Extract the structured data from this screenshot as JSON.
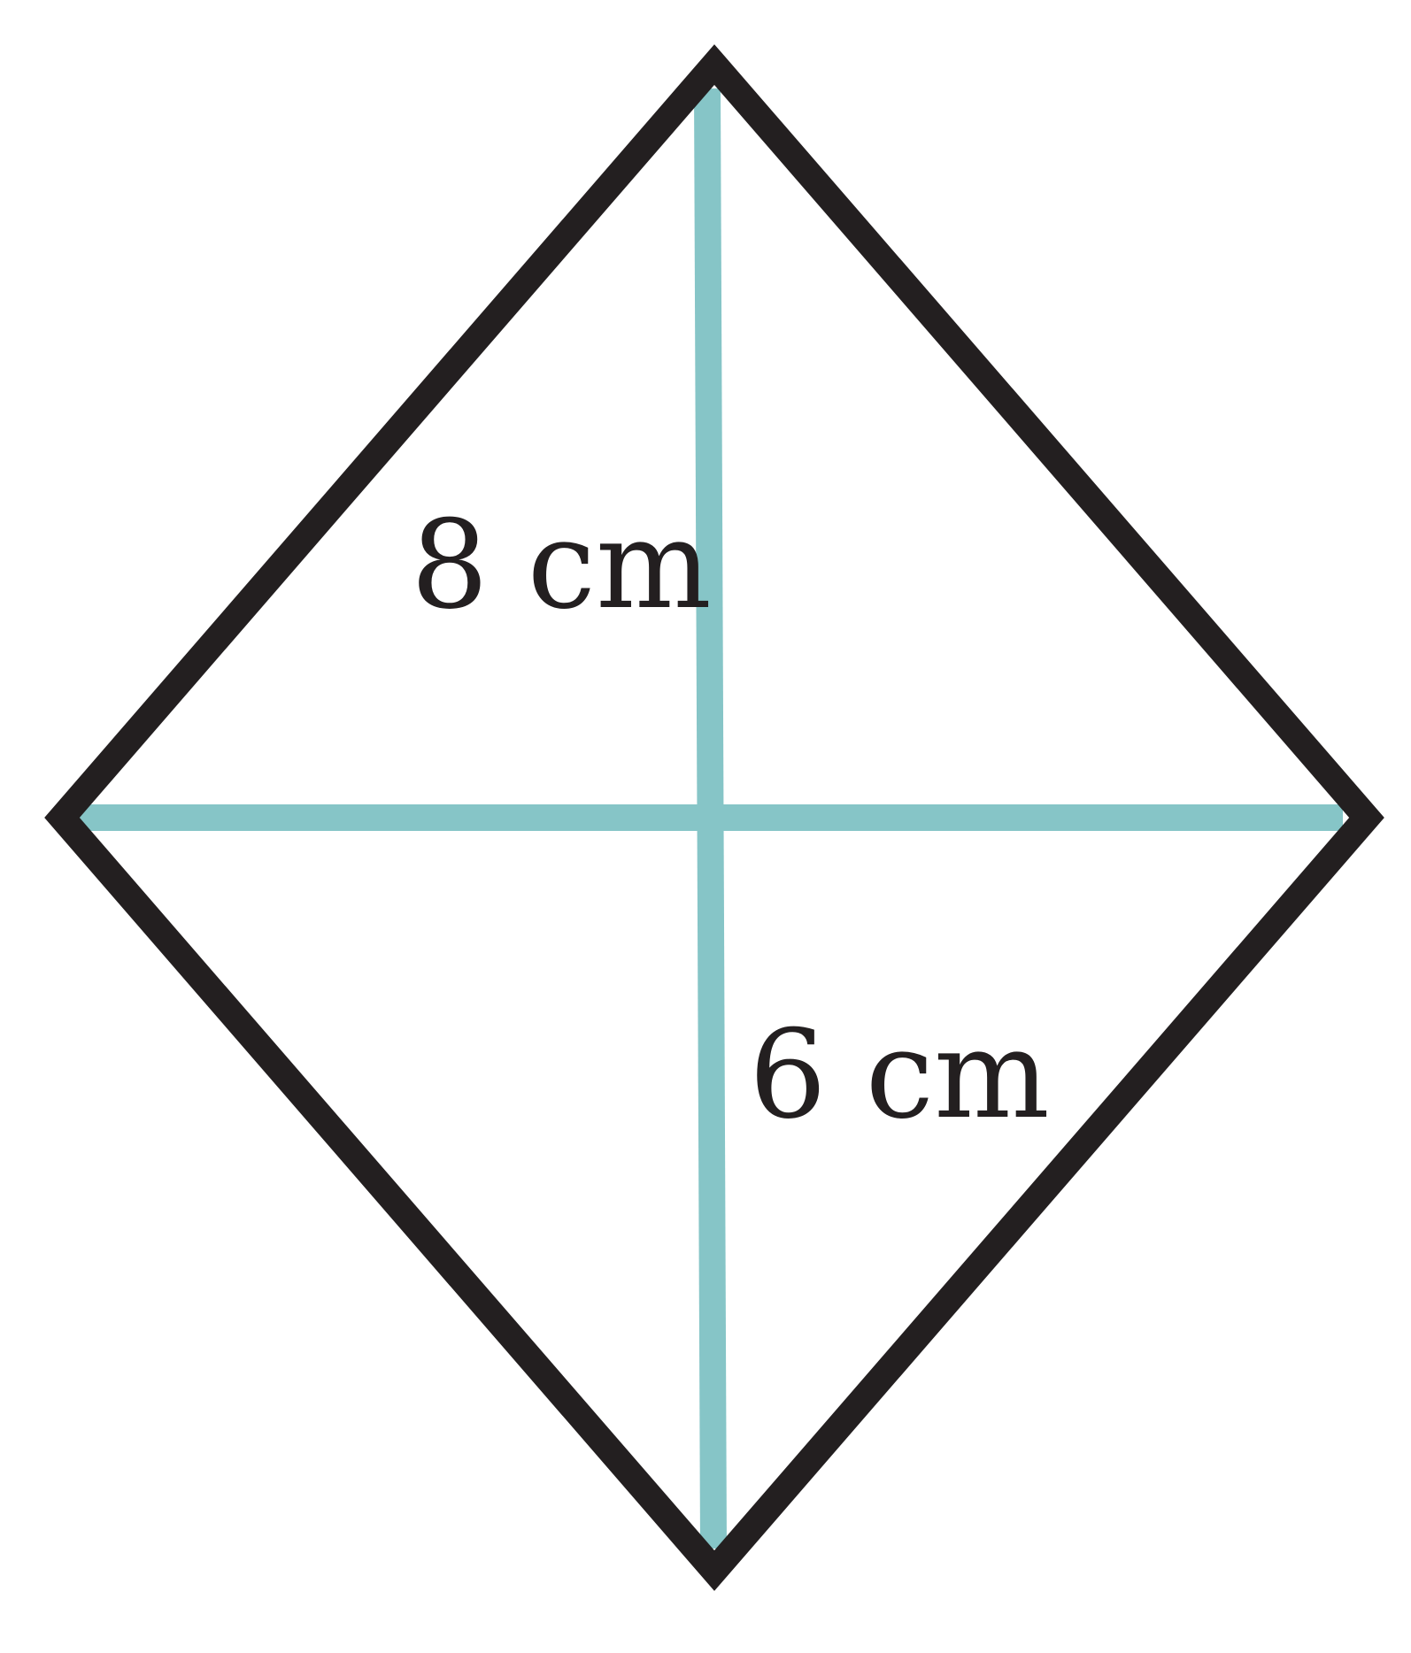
{
  "diagram": {
    "shape": "rhombus",
    "labels": {
      "upper_diagonal_label": "8 cm",
      "lower_diagonal_label": "6 cm"
    },
    "colors": {
      "outline": "#231f20",
      "diagonals": "#86c5c7",
      "background": "#ffffff"
    }
  }
}
